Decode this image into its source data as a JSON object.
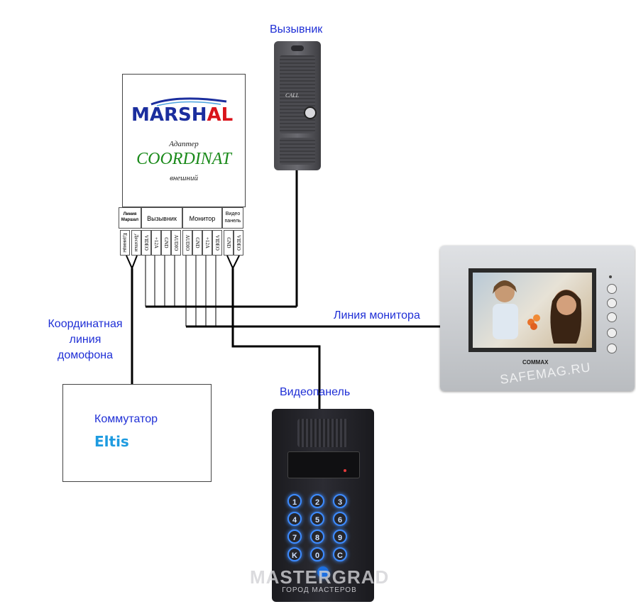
{
  "labels": {
    "call_unit": "Вызывник",
    "monitor_line": "Линия монитора",
    "video_panel": "Видеопанель",
    "coord_line_1": "Координатная",
    "coord_line_2": "линия",
    "coord_line_3": "домофона"
  },
  "adapter": {
    "brand_main": "MARSH",
    "brand_accent": "AL",
    "type": "Адаптер",
    "model": "COORDINAT",
    "variant": "внешний"
  },
  "terminal_groups": [
    {
      "label": "Линия Маршал"
    },
    {
      "label": "Вызывник"
    },
    {
      "label": "Монитор"
    },
    {
      "label": "Видео панель"
    }
  ],
  "terminal_pins": [
    "Единицы",
    "Десятки",
    "VIDEO",
    "+12A",
    "GND",
    "AUDIO",
    "AUDIO",
    "GND",
    "+12A",
    "VIDEO",
    "GND",
    "VIDEO"
  ],
  "switch": {
    "title": "Коммутатор",
    "brand": "Eltis"
  },
  "call_panel": {
    "button_text": "CALL"
  },
  "keypad": {
    "keys": [
      "1",
      "2",
      "3",
      "4",
      "5",
      "6",
      "7",
      "8",
      "9",
      "K",
      "0",
      "C"
    ]
  },
  "monitor": {
    "brand": "COMMAX",
    "watermark": "SAFEMAG.RU"
  },
  "watermark_bottom": {
    "main": "MASTERGRAD",
    "sub": "ГОРОД МАСТЕРОВ"
  },
  "colors": {
    "label_blue": "#1f2fd6",
    "brand_blue": "#1b2e9e",
    "brand_red": "#d9141b",
    "model_green": "#1a8a1a",
    "eltis_blue": "#1e9be0",
    "wire": "#000000"
  }
}
